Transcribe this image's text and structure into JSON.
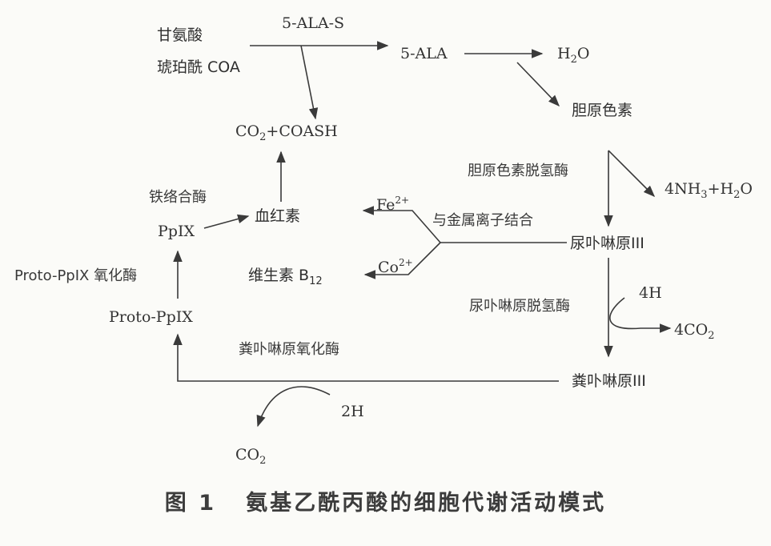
{
  "nodes": {
    "glycine": "甘氨酸",
    "succinyl_coa": "琥珀酰 COA",
    "ala5": "5-ALA",
    "water": "H",
    "water_sub": "2",
    "water_tail": "O",
    "co2_coash_a": "CO",
    "co2_coash_sub": "2",
    "co2_coash_b": "+COASH",
    "porphobilinogen": "胆原色素",
    "nh3_a": "4NH",
    "nh3_sub": "3",
    "nh3_b": "+H",
    "nh3_sub2": "2",
    "nh3_c": "O",
    "heme": "血红素",
    "ppix": "PpIX",
    "uro3": "尿卟啉原III",
    "b12_a": "维生素 B",
    "b12_sub": "12",
    "proto_ppix": "Proto-PpIX",
    "h4": "4H",
    "co2_4_a": "4CO",
    "co2_4_sub": "2",
    "copro3": "粪卟啉原III",
    "h2": "2H",
    "co2_out": "CO",
    "co2_out_sub": "2"
  },
  "edge_labels": {
    "ala_synthase": "5-ALA-S",
    "pbg_deaminase": "胆原色素脱氢酶",
    "metal_binding": "与金属离子结合",
    "fe": "Fe",
    "fe_sup": "2+",
    "co": "Co",
    "co_sup": "2+",
    "ferrochelatase": "铁络合酶",
    "proto_oxidase": "Proto-PpIX 氧化酶",
    "uro_decarboxylase": "尿卟啉原脱氢酶",
    "copro_oxidase": "粪卟啉原氧化酶"
  },
  "caption": "图 1   氨基乙酰丙酸的细胞代谢活动模式"
}
